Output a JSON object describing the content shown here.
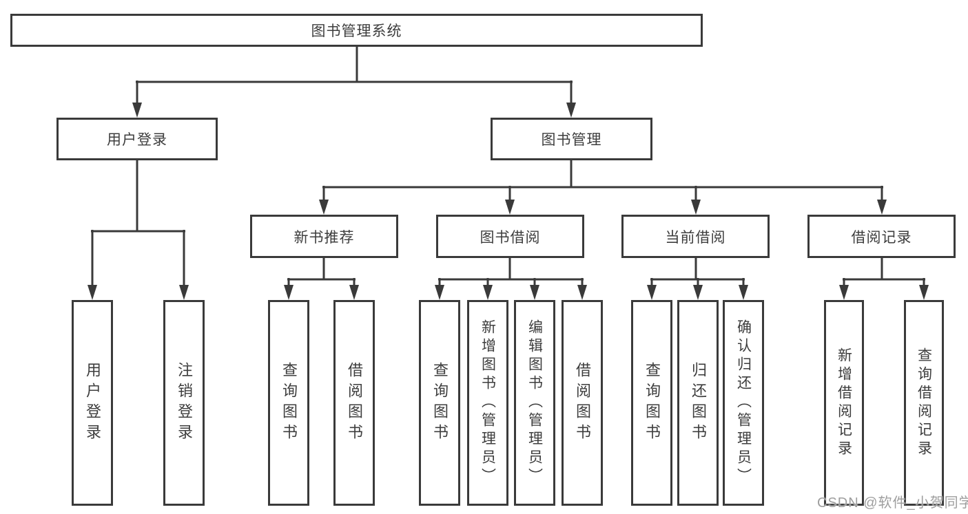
{
  "diagram": {
    "title": "图书管理系统",
    "root": {
      "label": "图书管理系统"
    },
    "branches": [
      {
        "label": "用户登录",
        "children": [
          {
            "label": "用户登录"
          },
          {
            "label": "注销登录"
          }
        ]
      },
      {
        "label": "图书管理",
        "sections": [
          {
            "label": "新书推荐",
            "children": [
              {
                "label": "查询图书"
              },
              {
                "label": "借阅图书"
              }
            ]
          },
          {
            "label": "图书借阅",
            "children": [
              {
                "label": "查询图书"
              },
              {
                "label": "新增图书（管理员）"
              },
              {
                "label": "编辑图书（管理员）"
              },
              {
                "label": "借阅图书"
              }
            ]
          },
          {
            "label": "当前借阅",
            "children": [
              {
                "label": "查询图书"
              },
              {
                "label": "归还图书"
              },
              {
                "label": "确认归还（管理员）"
              }
            ]
          },
          {
            "label": "借阅记录",
            "children": [
              {
                "label": "新增借阅记录"
              },
              {
                "label": "查询借阅记录"
              }
            ]
          }
        ]
      }
    ]
  },
  "watermark": {
    "text": "CSDN @软件_小贺同学"
  },
  "colors": {
    "line": "#3a3a3a",
    "text": "#3d3d3d",
    "background": "#ffffff",
    "watermark": "#9e9e9e"
  }
}
